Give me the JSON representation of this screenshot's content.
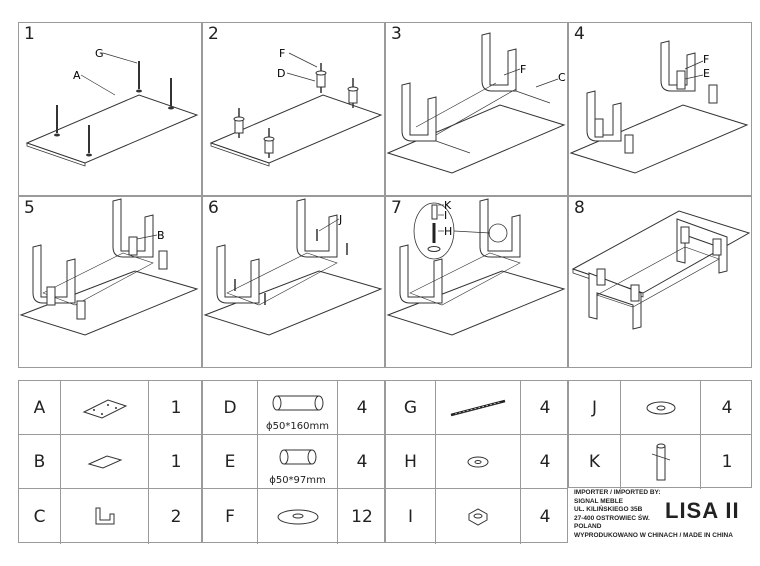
{
  "steps": [
    {
      "number": "1",
      "labels": [
        "G",
        "A"
      ]
    },
    {
      "number": "2",
      "labels": [
        "F",
        "D"
      ]
    },
    {
      "number": "3",
      "labels": [
        "F",
        "C"
      ]
    },
    {
      "number": "4",
      "labels": [
        "F",
        "E"
      ]
    },
    {
      "number": "5",
      "labels": [
        "B"
      ]
    },
    {
      "number": "6",
      "labels": [
        "J"
      ]
    },
    {
      "number": "7",
      "labels": [
        "K",
        "I",
        "H"
      ]
    },
    {
      "number": "8",
      "labels": []
    }
  ],
  "parts": [
    {
      "letter": "A",
      "icon": "glass-panel-icon",
      "qty": "1"
    },
    {
      "letter": "B",
      "icon": "small-glass-panel-icon",
      "qty": "1"
    },
    {
      "letter": "C",
      "icon": "u-frame-leg-icon",
      "qty": "2"
    },
    {
      "letter": "D",
      "icon": "tube-icon",
      "caption": "ϕ50*160mm",
      "qty": "4"
    },
    {
      "letter": "E",
      "icon": "short-tube-icon",
      "caption": "ϕ50*97mm",
      "qty": "4"
    },
    {
      "letter": "F",
      "icon": "suction-pad-icon",
      "qty": "12"
    },
    {
      "letter": "G",
      "icon": "threaded-rod-icon",
      "qty": "4"
    },
    {
      "letter": "H",
      "icon": "washer-icon",
      "qty": "4"
    },
    {
      "letter": "I",
      "icon": "hex-nut-icon",
      "qty": "4"
    },
    {
      "letter": "J",
      "icon": "flat-washer-icon",
      "qty": "4"
    },
    {
      "letter": "K",
      "icon": "tube-tool-icon",
      "qty": "1"
    }
  ],
  "importer": {
    "line1": "IMPORTER / IMPORTED BY:",
    "line2": "SIGNAL MEBLE",
    "line3": "UL. KILIŃSKIEGO 35B",
    "line4": "27-400 OSTROWIEC ŚW.",
    "line5": "POLAND",
    "line6": "WYPRODUKOWANO W CHINACH / MADE IN CHINA"
  },
  "model_name": "LISA II"
}
